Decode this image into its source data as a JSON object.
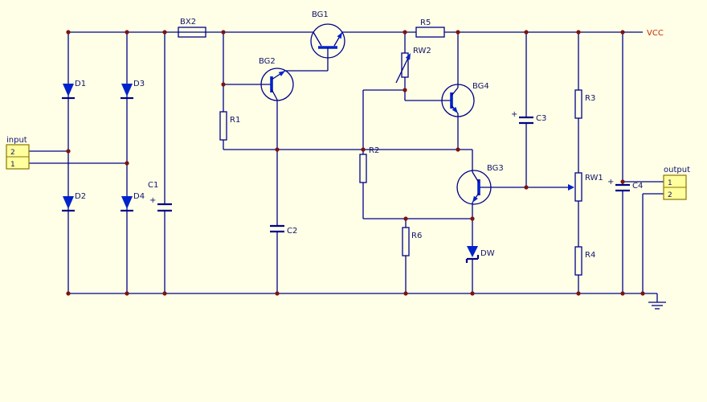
{
  "colors": {
    "background": "#FEFFE6",
    "wire": "#00008B",
    "component_accent": "#0022CC",
    "junction_dot": "#7B1313",
    "label_text": "#12126B",
    "vcc_text": "#C92A00",
    "connector_fill": "#FFFF9E",
    "connector_border": "#8B7500"
  },
  "power": {
    "vcc": "VCC"
  },
  "components": {
    "fuse": "BX2",
    "polarity_mark": "+",
    "transistors": {
      "bg1": "BG1",
      "bg2": "BG2",
      "bg3": "BG3",
      "bg4": "BG4"
    },
    "diodes": {
      "d1": "D1",
      "d2": "D2",
      "d3": "D3",
      "d4": "D4",
      "dw": "DW"
    },
    "resistors": {
      "r1": "R1",
      "r2": "R2",
      "r3": "R3",
      "r4": "R4",
      "r5": "R5",
      "r6": "R6"
    },
    "potentiometers": {
      "rw1": "RW1",
      "rw2": "RW2"
    },
    "capacitors": {
      "c1": "C1",
      "c2": "C2",
      "c3": "C3",
      "c4": "C4"
    }
  },
  "connectors": {
    "input": {
      "label": "input",
      "pins": [
        "2",
        "1"
      ]
    },
    "output": {
      "label": "output",
      "pins": [
        "1",
        "2"
      ]
    }
  }
}
